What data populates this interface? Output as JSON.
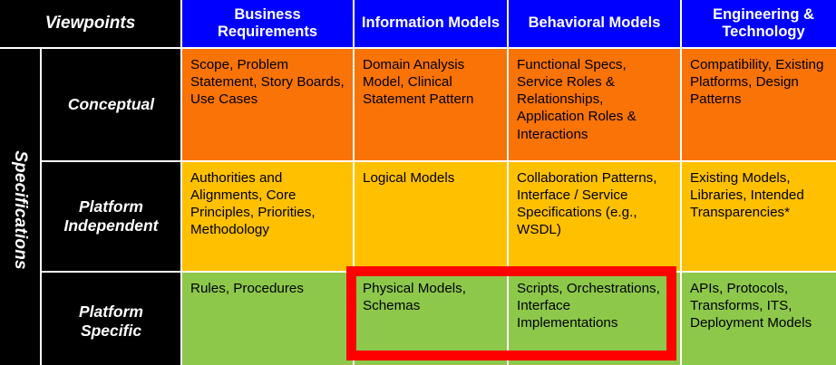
{
  "matrix": {
    "corner_label": "Viewpoints",
    "row_axis_label": "Specifications",
    "colors": {
      "header_background": "#0000FF",
      "header_text": "#FFFFFF",
      "axis_background": "#000000",
      "axis_text": "#FFFFFF",
      "row_conceptual": "#F97306",
      "row_platform_independent": "#FFC000",
      "row_platform_specific": "#8DC84B",
      "highlight_border": "#FF0000",
      "cell_text": "#000000"
    },
    "columns": [
      {
        "label": "Business Requirements"
      },
      {
        "label": "Information Models"
      },
      {
        "label": "Behavioral Models"
      },
      {
        "label": "Engineering & Technology"
      }
    ],
    "rows": [
      {
        "label": "Conceptual",
        "cells": [
          "Scope, Problem Statement, Story Boards, Use Cases",
          "Domain Analysis Model, Clinical Statement Pattern",
          "Functional Specs, Service Roles & Relationships, Application Roles & Interactions",
          "Compatibility, Existing Platforms, Design Patterns"
        ]
      },
      {
        "label": "Platform Independent",
        "cells": [
          "Authorities and Alignments, Core Principles, Priorities, Methodology",
          "Logical Models",
          "Collaboration Patterns, Interface / Service Specifications (e.g., WSDL)",
          "Existing Models, Libraries, Intended Transparencies*"
        ]
      },
      {
        "label": "Platform Specific",
        "cells": [
          "Rules, Procedures",
          "Physical Models, Schemas",
          "Scripts, Orchestrations, Interface Implementations",
          "APIs, Protocols, Transforms, ITS, Deployment Models"
        ]
      }
    ],
    "highlight": {
      "name": "platform-specific-information-behavioral-highlight"
    }
  }
}
